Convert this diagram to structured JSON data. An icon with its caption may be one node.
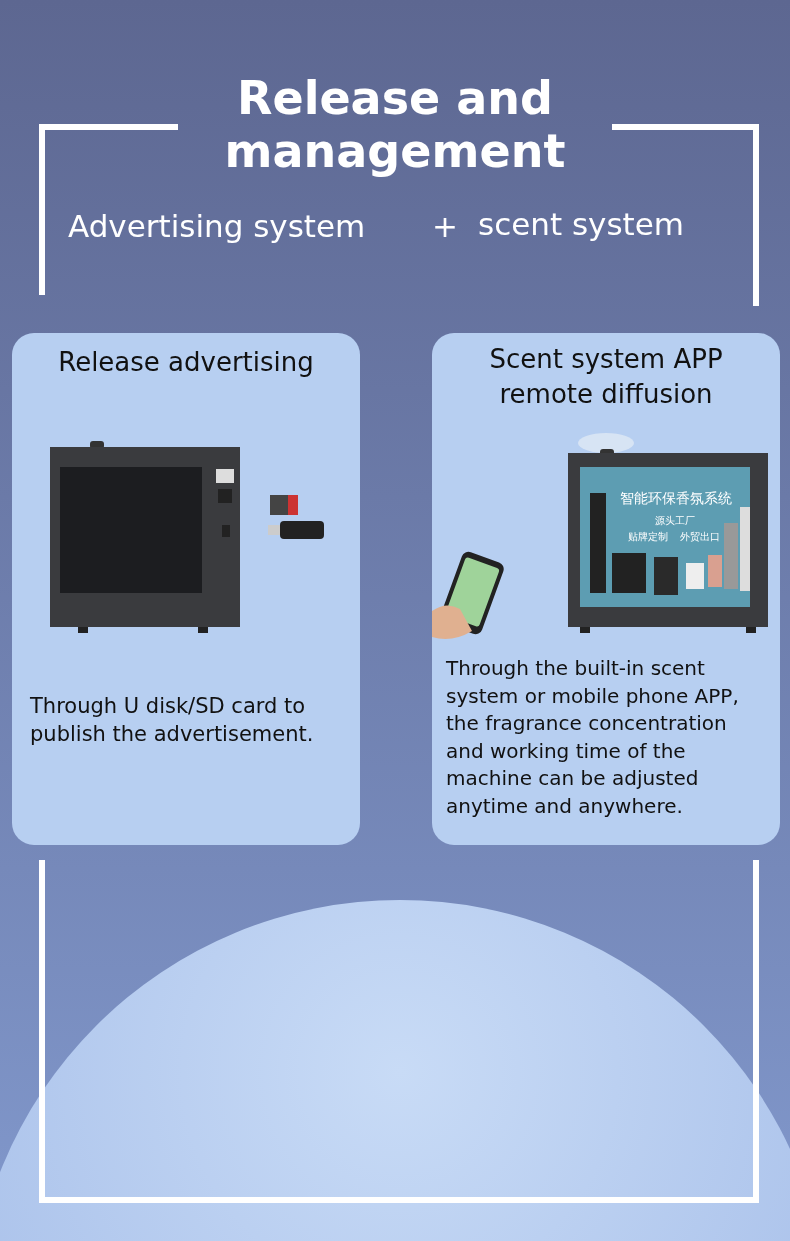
{
  "diagram": {
    "title": "Release and management",
    "nodes": [
      {
        "text": [
          "Release advertising",
          "Through U disk/SD card to publish the advertisement."
        ]
      },
      {
        "text": [
          "Scent system APP remote diffusion",
          "Through the built-in scent system or mobile phone APP, the fragrance concentration and working time of the machine can be adjusted anytime and anywhere."
        ]
      }
    ],
    "labels": [
      "Advertising system",
      "+",
      "scent system",
      "智能环保香氛系统",
      "源头工厂",
      "贴牌定制",
      "外贸出口"
    ]
  }
}
